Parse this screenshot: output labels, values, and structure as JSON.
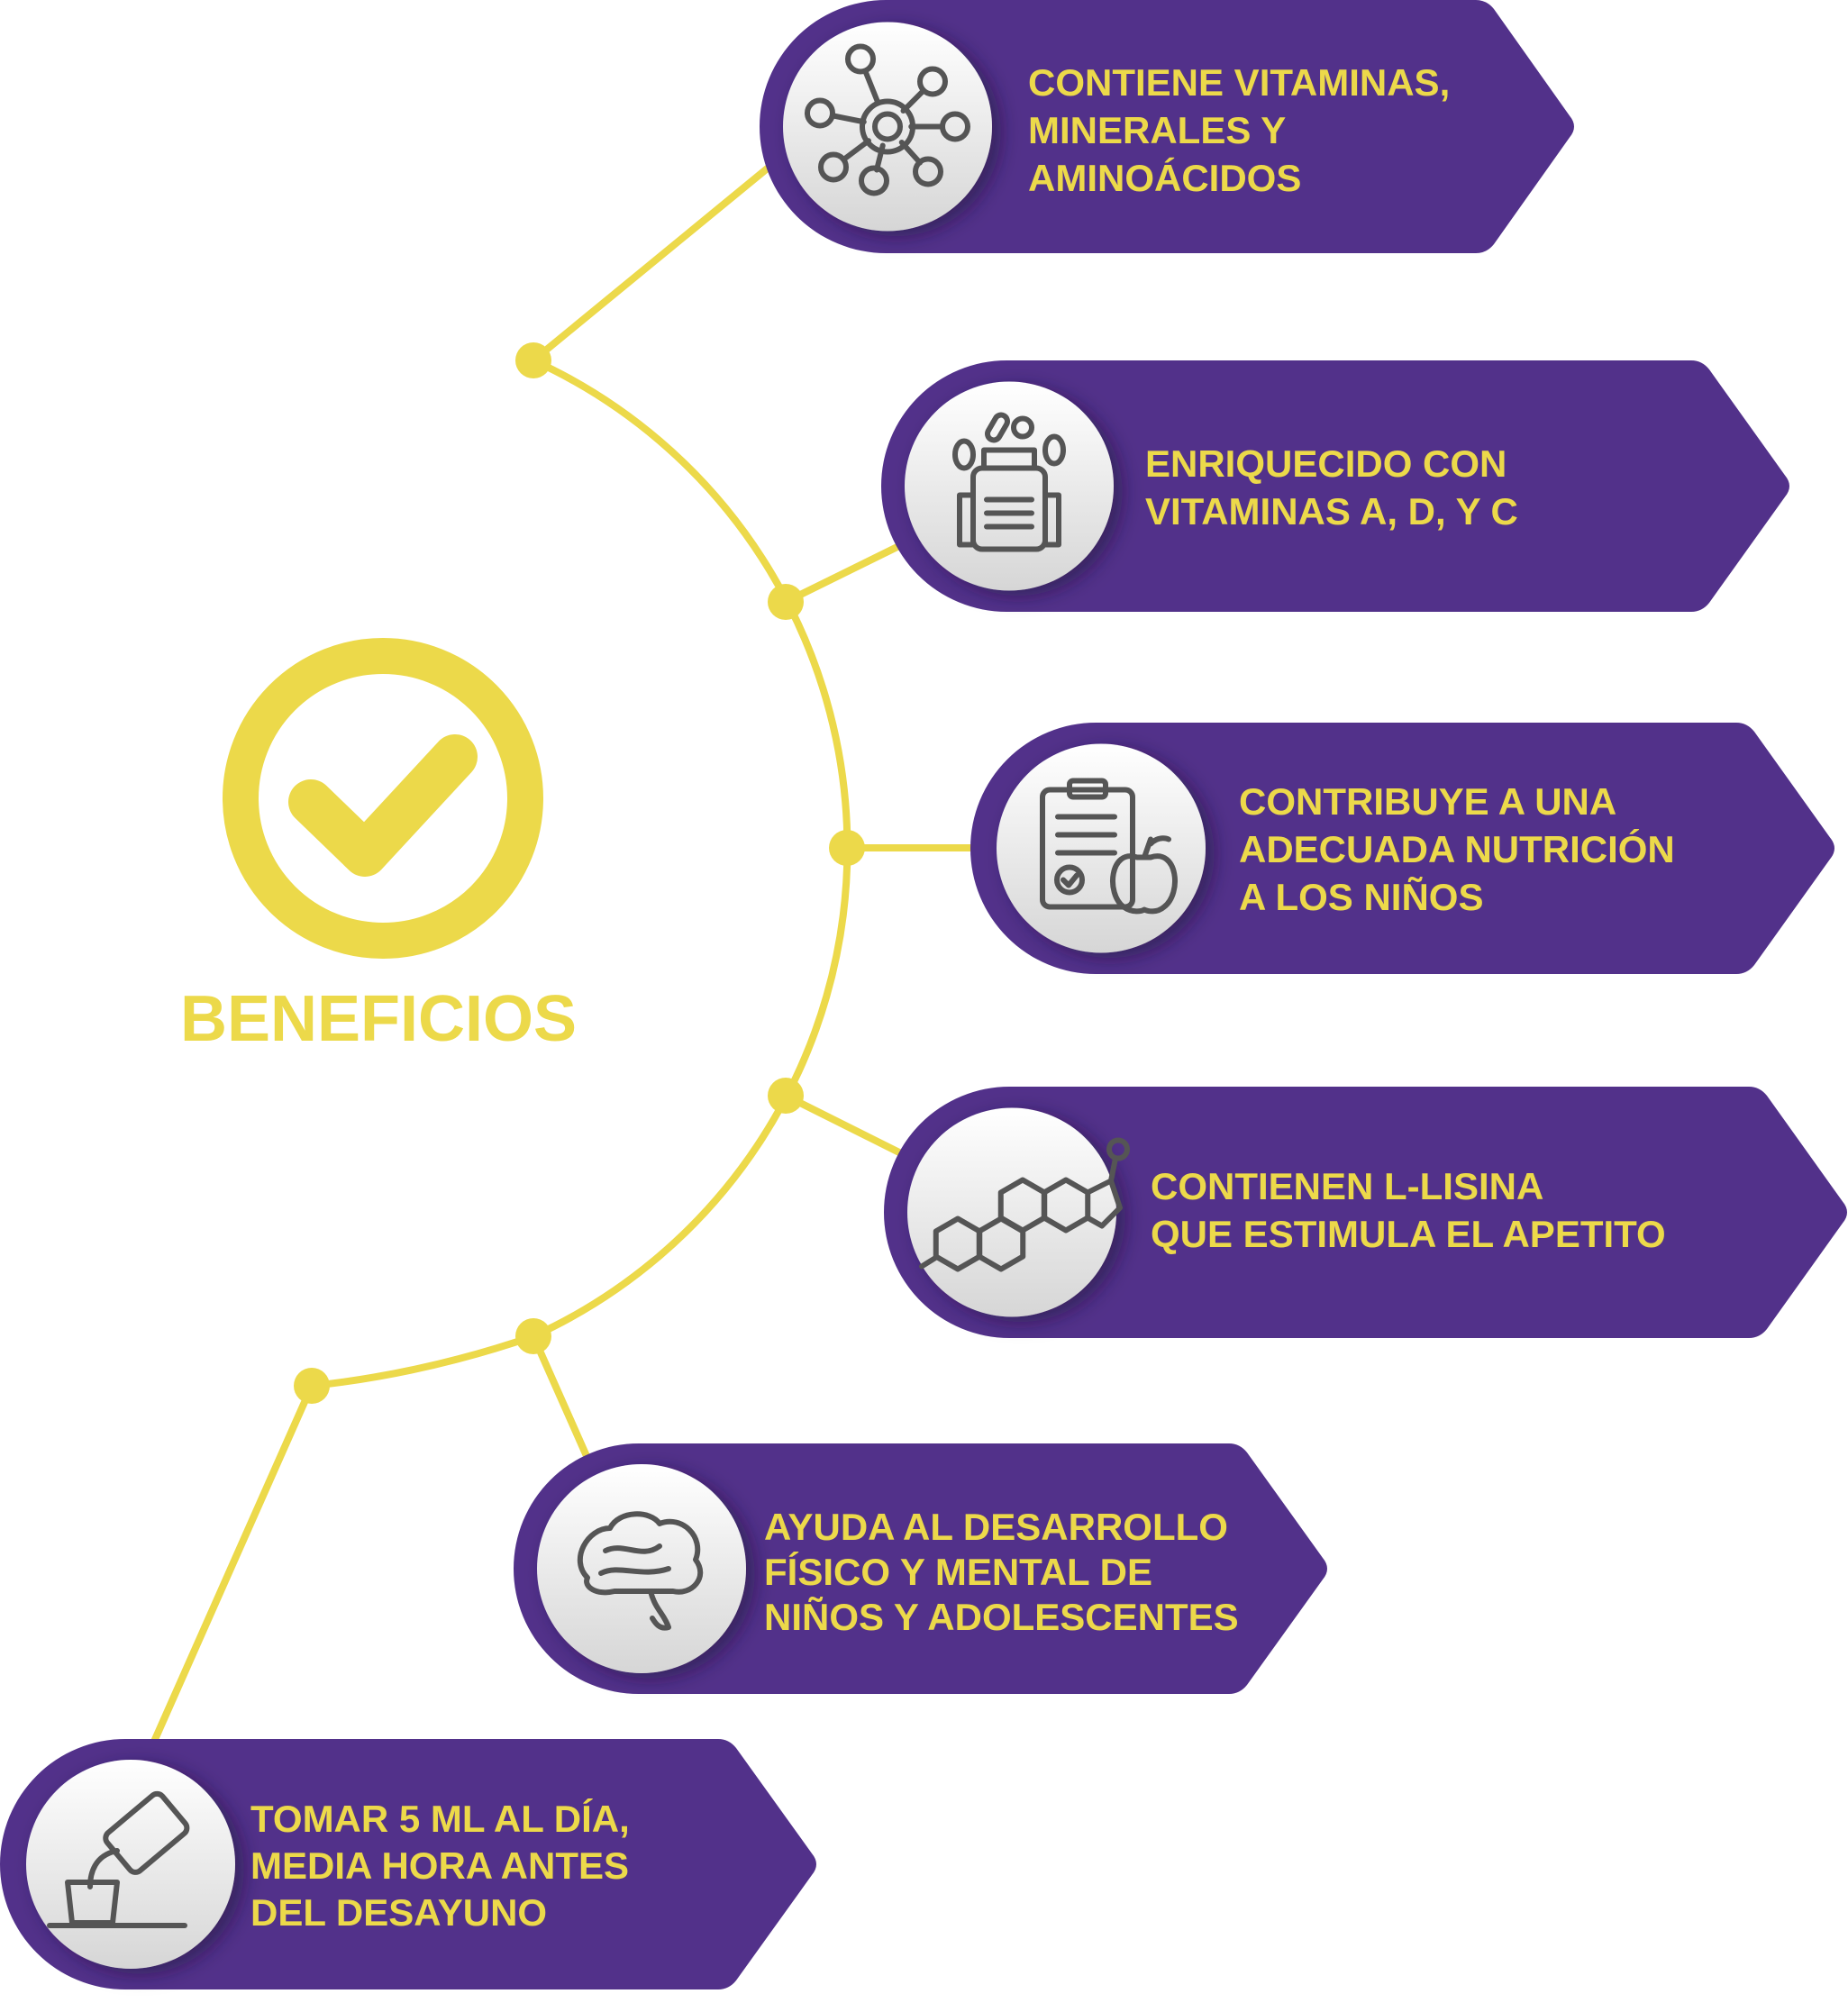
{
  "title": "BENEFICIOS",
  "colors": {
    "purple": "#52318a",
    "yellow": "#ecd94a",
    "icon": "#555555",
    "disc_top": "#ffffff",
    "disc_bottom": "#d8d8d8"
  },
  "benefits": [
    {
      "icon": "molecule-network-icon",
      "lines": [
        "CONTIENE VITAMINAS,",
        "MINERALES Y",
        "AMINOÁCIDOS"
      ]
    },
    {
      "icon": "supplement-bottle-pills-icon",
      "lines": [
        "ENRIQUECIDO CON",
        "VITAMINAS A, D, Y C"
      ]
    },
    {
      "icon": "clipboard-apple-icon",
      "lines": [
        "CONTRIBUYE A UNA",
        "ADECUADA NUTRICIÓN",
        "A LOS NIÑOS"
      ]
    },
    {
      "icon": "chemical-structure-icon",
      "lines": [
        "CONTIENEN L-LISINA",
        "QUE ESTIMULA EL APETITO"
      ]
    },
    {
      "icon": "brain-icon",
      "lines": [
        "AYUDA AL DESARROLLO",
        "FÍSICO Y MENTAL DE",
        "NIÑOS Y ADOLESCENTES"
      ]
    },
    {
      "icon": "pouring-bottle-cup-icon",
      "lines": [
        "TOMAR 5 ML AL DÍA,",
        "MEDIA HORA ANTES",
        "DEL DESAYUNO"
      ]
    }
  ]
}
